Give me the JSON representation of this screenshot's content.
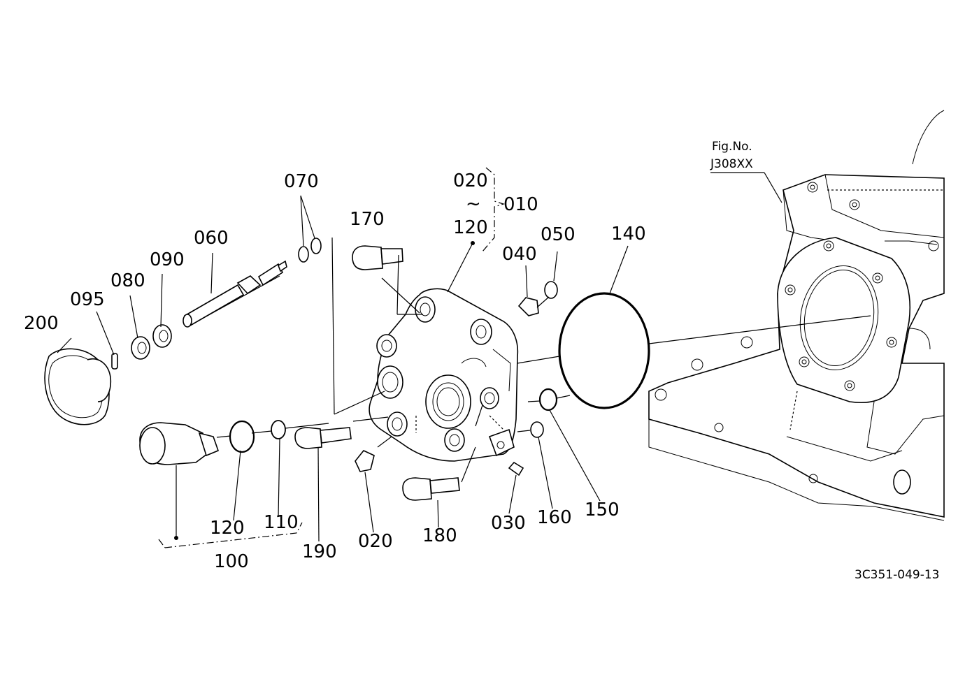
{
  "figure": {
    "reference_label": "Fig.No.",
    "reference_code": "J308XX",
    "drawing_number": "3C351-049-13"
  },
  "callouts": [
    {
      "id": "c200",
      "text": "200"
    },
    {
      "id": "c095",
      "text": "095"
    },
    {
      "id": "c080",
      "text": "080"
    },
    {
      "id": "c090",
      "text": "090"
    },
    {
      "id": "c060",
      "text": "060"
    },
    {
      "id": "c070",
      "text": "070"
    },
    {
      "id": "c170",
      "text": "170"
    },
    {
      "id": "c020a",
      "text": "020"
    },
    {
      "id": "c120a",
      "text": "120"
    },
    {
      "id": "c010",
      "text": "010"
    },
    {
      "id": "c040",
      "text": "040"
    },
    {
      "id": "c050",
      "text": "050"
    },
    {
      "id": "c140",
      "text": "140"
    },
    {
      "id": "c120b",
      "text": "120"
    },
    {
      "id": "c110",
      "text": "110"
    },
    {
      "id": "c100",
      "text": "100"
    },
    {
      "id": "c190",
      "text": "190"
    },
    {
      "id": "c020b",
      "text": "020"
    },
    {
      "id": "c180",
      "text": "180"
    },
    {
      "id": "c030",
      "text": "030"
    },
    {
      "id": "c160",
      "text": "160"
    },
    {
      "id": "c150",
      "text": "150"
    }
  ],
  "range_symbol": "~"
}
